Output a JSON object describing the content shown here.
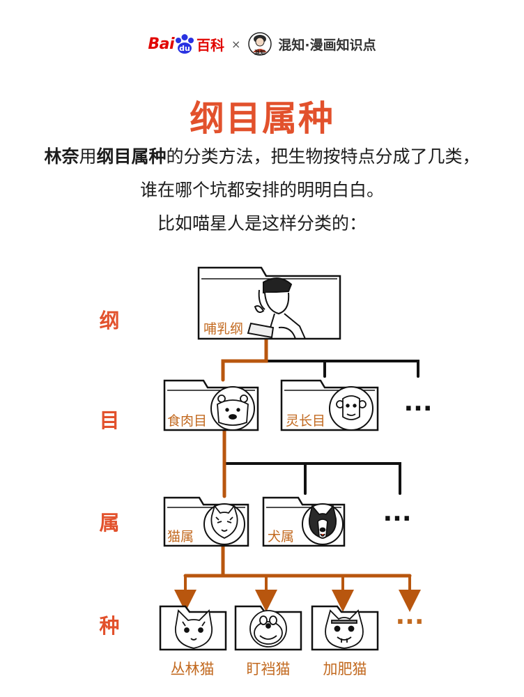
{
  "header": {
    "baidu_brand": "Bai",
    "baidu_du": "du",
    "baidu_baike": "百科",
    "cross": "×",
    "mascot_badge": "混知",
    "brand_name": "混知·漫画知识点"
  },
  "title": "纲目属种",
  "intro": {
    "line1_b1": "林奈",
    "line1_t1": "用",
    "line1_b2": "纲目属种",
    "line1_t2": "的分类方法，把生物按特点分成了几类，",
    "line2": "谁在哪个坑都安排的明明白白。",
    "line3": "比如喵星人是这样分类的："
  },
  "levels": [
    "纲",
    "目",
    "属",
    "种"
  ],
  "folders": {
    "class": "哺乳纲",
    "order1": "食肉目",
    "order2": "灵长目",
    "genus1": "猫属",
    "genus2": "犬属"
  },
  "ellipsis": "···",
  "species": [
    "丛林猫",
    "盯裆猫",
    "加肥猫"
  ],
  "colors": {
    "accent": "#e2512c",
    "branch": "#b8560e",
    "line": "#111111"
  }
}
